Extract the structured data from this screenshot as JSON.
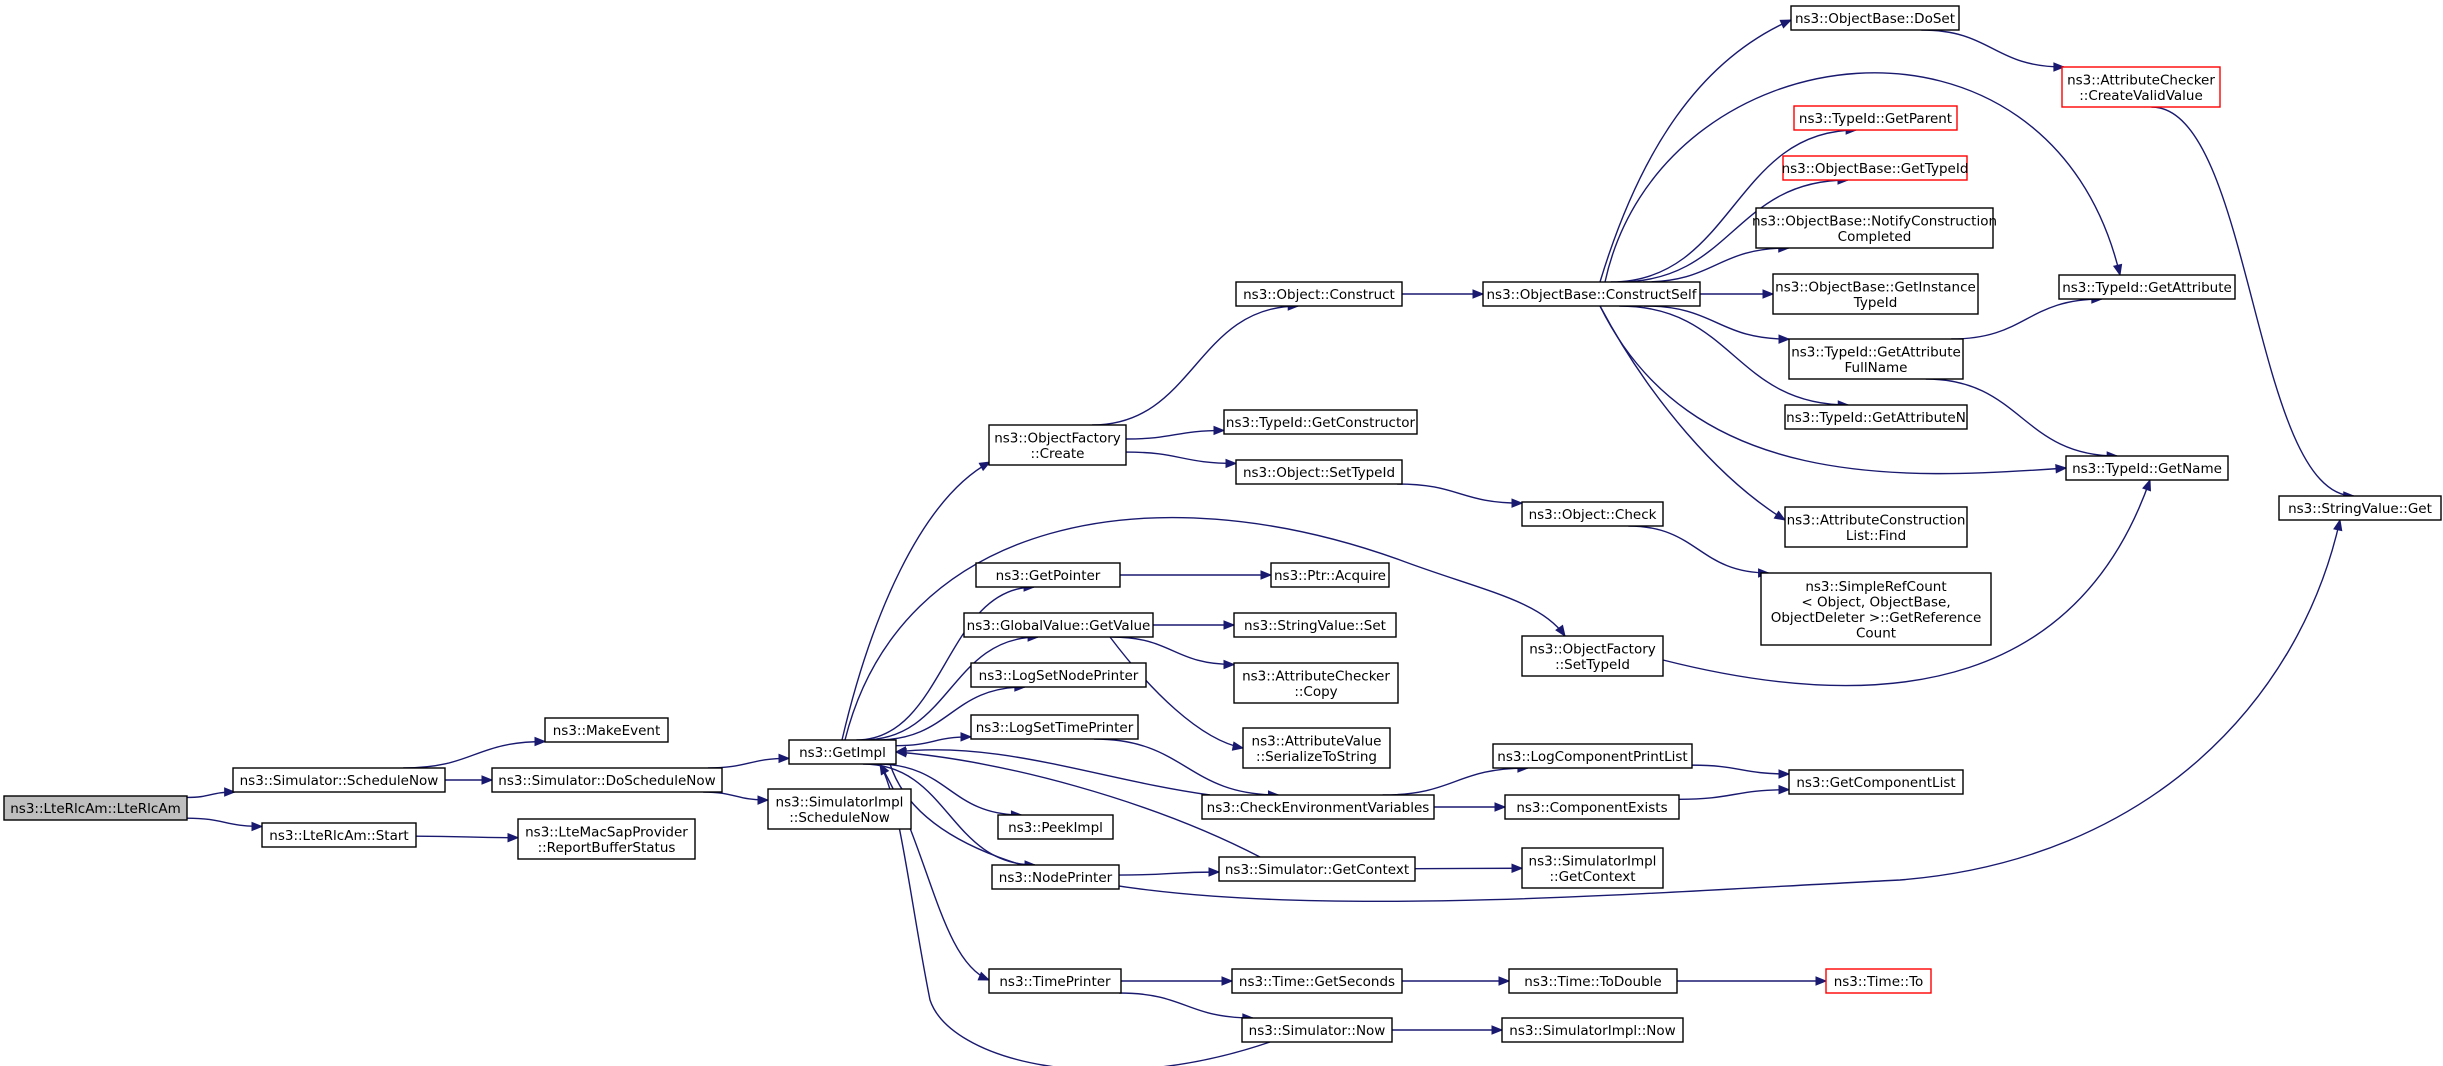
{
  "graph": {
    "colors": {
      "edge": "#191970",
      "node_border": "#000000",
      "root_fill": "#bfbfbf",
      "link_border": "#ff0000"
    },
    "nodes": [
      {
        "id": "root",
        "lines": [
          "ns3::LteRlcAm::LteRlcAm"
        ],
        "style": "root"
      },
      {
        "id": "sim_schedulenow",
        "lines": [
          "ns3::Simulator::ScheduleNow"
        ]
      },
      {
        "id": "ltestart",
        "lines": [
          "ns3::LteRlcAm::Start"
        ]
      },
      {
        "id": "makeevent",
        "lines": [
          "ns3::MakeEvent"
        ]
      },
      {
        "id": "doschedulenow",
        "lines": [
          "ns3::Simulator::DoScheduleNow"
        ]
      },
      {
        "id": "reportbuffer",
        "lines": [
          "ns3::LteMacSapProvider",
          "::ReportBufferStatus"
        ]
      },
      {
        "id": "getimpl",
        "lines": [
          "ns3::GetImpl"
        ]
      },
      {
        "id": "simimpl_schedulenow",
        "lines": [
          "ns3::SimulatorImpl",
          "::ScheduleNow"
        ]
      },
      {
        "id": "factory_create",
        "lines": [
          "ns3::ObjectFactory",
          "::Create"
        ]
      },
      {
        "id": "getpointer",
        "lines": [
          "ns3::GetPointer"
        ]
      },
      {
        "id": "globalvalue_get",
        "lines": [
          "ns3::GlobalValue::GetValue"
        ]
      },
      {
        "id": "logsetnodeprinter",
        "lines": [
          "ns3::LogSetNodePrinter"
        ]
      },
      {
        "id": "logsettimeprinter",
        "lines": [
          "ns3::LogSetTimePrinter"
        ]
      },
      {
        "id": "peekimpl",
        "lines": [
          "ns3::PeekImpl"
        ]
      },
      {
        "id": "nodeprinter",
        "lines": [
          "ns3::NodePrinter"
        ]
      },
      {
        "id": "timeprinter",
        "lines": [
          "ns3::TimePrinter"
        ]
      },
      {
        "id": "object_construct",
        "lines": [
          "ns3::Object::Construct"
        ]
      },
      {
        "id": "typeid_getconstructor",
        "lines": [
          "ns3::TypeId::GetConstructor"
        ]
      },
      {
        "id": "object_settypeid",
        "lines": [
          "ns3::Object::SetTypeId"
        ]
      },
      {
        "id": "ptr_acquire",
        "lines": [
          "ns3::Ptr::Acquire"
        ]
      },
      {
        "id": "stringvalue_set",
        "lines": [
          "ns3::StringValue::Set"
        ]
      },
      {
        "id": "attrchecker_copy",
        "lines": [
          "ns3::AttributeChecker",
          "::Copy"
        ]
      },
      {
        "id": "attrvalue_serialize",
        "lines": [
          "ns3::AttributeValue",
          "::SerializeToString"
        ]
      },
      {
        "id": "checkenv",
        "lines": [
          "ns3::CheckEnvironmentVariables"
        ]
      },
      {
        "id": "sim_getcontext",
        "lines": [
          "ns3::Simulator::GetContext"
        ]
      },
      {
        "id": "time_getseconds",
        "lines": [
          "ns3::Time::GetSeconds"
        ]
      },
      {
        "id": "sim_now",
        "lines": [
          "ns3::Simulator::Now"
        ]
      },
      {
        "id": "constructself",
        "lines": [
          "ns3::ObjectBase::ConstructSelf"
        ]
      },
      {
        "id": "object_check",
        "lines": [
          "ns3::Object::Check"
        ]
      },
      {
        "id": "factory_settypeid",
        "lines": [
          "ns3::ObjectFactory",
          "::SetTypeId"
        ]
      },
      {
        "id": "logcomponentprintlist",
        "lines": [
          "ns3::LogComponentPrintList"
        ]
      },
      {
        "id": "componentexists",
        "lines": [
          "ns3::ComponentExists"
        ]
      },
      {
        "id": "simimpl_getcontext",
        "lines": [
          "ns3::SimulatorImpl",
          "::GetContext"
        ]
      },
      {
        "id": "time_todouble",
        "lines": [
          "ns3::Time::ToDouble"
        ]
      },
      {
        "id": "simimpl_now",
        "lines": [
          "ns3::SimulatorImpl::Now"
        ]
      },
      {
        "id": "objectbase_doset",
        "lines": [
          "ns3::ObjectBase::DoSet"
        ]
      },
      {
        "id": "typeid_getparent",
        "lines": [
          "ns3::TypeId::GetParent"
        ],
        "style": "red"
      },
      {
        "id": "objectbase_gettypeid",
        "lines": [
          "ns3::ObjectBase::GetTypeId"
        ],
        "style": "red"
      },
      {
        "id": "notifyconstruction",
        "lines": [
          "ns3::ObjectBase::NotifyConstruction",
          "Completed"
        ]
      },
      {
        "id": "getinstancetypeid",
        "lines": [
          "ns3::ObjectBase::GetInstance",
          "TypeId"
        ]
      },
      {
        "id": "getattributefullname",
        "lines": [
          "ns3::TypeId::GetAttribute",
          "FullName"
        ]
      },
      {
        "id": "getattributen",
        "lines": [
          "ns3::TypeId::GetAttributeN"
        ]
      },
      {
        "id": "attrconstructionlist_find",
        "lines": [
          "ns3::AttributeConstruction",
          "List::Find"
        ]
      },
      {
        "id": "simplerefcount",
        "lines": [
          "ns3::SimpleRefCount",
          "< Object, ObjectBase,",
          "ObjectDeleter >::GetReference",
          "Count"
        ]
      },
      {
        "id": "getcomponentlist",
        "lines": [
          "ns3::GetComponentList"
        ]
      },
      {
        "id": "time_to",
        "lines": [
          "ns3::Time::To"
        ],
        "style": "red"
      },
      {
        "id": "attrchecker_createvalid",
        "lines": [
          "ns3::AttributeChecker",
          "::CreateValidValue"
        ],
        "style": "red"
      },
      {
        "id": "typeid_getattribute",
        "lines": [
          "ns3::TypeId::GetAttribute"
        ]
      },
      {
        "id": "typeid_getname",
        "lines": [
          "ns3::TypeId::GetName"
        ]
      },
      {
        "id": "stringvalue_get",
        "lines": [
          "ns3::StringValue::Get"
        ]
      }
    ]
  }
}
